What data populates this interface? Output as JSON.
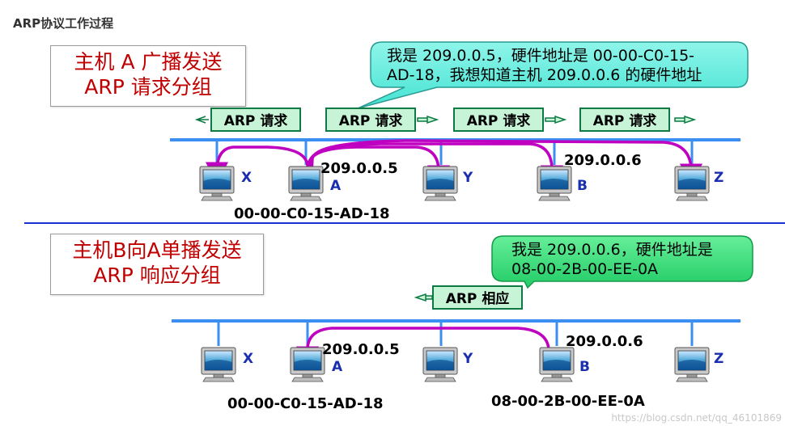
{
  "page_title": "ARP协议工作过程",
  "colors": {
    "bus": "#3c8ff2",
    "arrow": "#c000c0",
    "title_text": "#c00000",
    "label_fill": "#c7f3d6",
    "label_border": "#0d7a43",
    "node_letter": "#1a2fb0",
    "callout_top": "#66eedd",
    "callout_bottom": "#33dd77"
  },
  "request_section": {
    "title_lines": [
      "主机 A 广播发送",
      "ARP 请求分组"
    ],
    "callout_lines": [
      "我是 209.0.0.5，硬件地址是 00-00-C0-15-",
      "AD-18，我想知道主机 209.0.0.6 的硬件地址"
    ],
    "packet_label": "ARP 请求",
    "nodes": [
      {
        "letter": "X"
      },
      {
        "letter": "A",
        "ip": "209.0.0.5",
        "mac": "00-00-C0-15-AD-18"
      },
      {
        "letter": "Y"
      },
      {
        "letter": "B",
        "ip": "209.0.0.6"
      },
      {
        "letter": "Z"
      }
    ]
  },
  "reply_section": {
    "title_lines": [
      "主机B向A单播发送",
      "ARP 响应分组"
    ],
    "callout_lines": [
      "我是 209.0.0.6，硬件地址是",
      "08-00-2B-00-EE-0A"
    ],
    "packet_label": "ARP 相应",
    "nodes": [
      {
        "letter": "X"
      },
      {
        "letter": "A",
        "ip": "209.0.0.5",
        "mac": "00-00-C0-15-AD-18"
      },
      {
        "letter": "Y"
      },
      {
        "letter": "B",
        "ip": "209.0.0.6",
        "mac": "08-00-2B-00-EE-0A"
      },
      {
        "letter": "Z"
      }
    ]
  },
  "watermark": "https://blog.csdn.net/qq_46101869"
}
